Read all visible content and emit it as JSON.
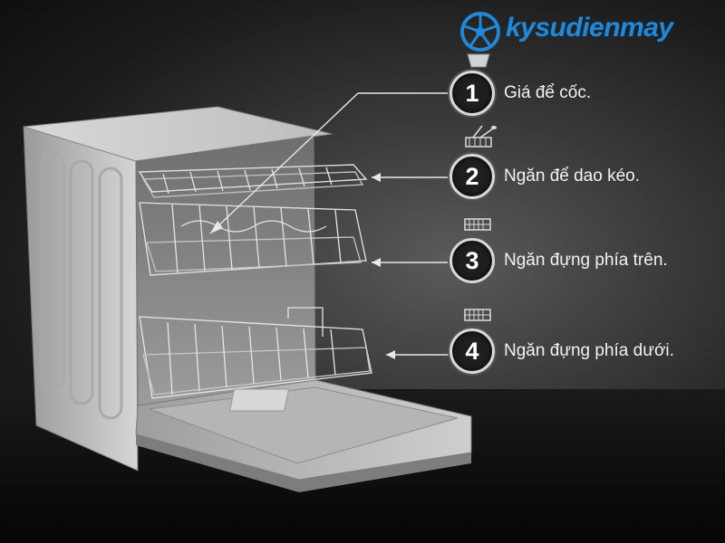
{
  "logo": {
    "text": "kysudienmay",
    "colors": {
      "brand_blue": "#1f88d8"
    }
  },
  "callouts": [
    {
      "number": "1",
      "label": "Giá để cốc.",
      "icon": "none"
    },
    {
      "number": "2",
      "label": "Ngăn để dao kéo.",
      "icon": "cutlery-tray-icon"
    },
    {
      "number": "3",
      "label": "Ngăn đựng phía trên.",
      "icon": "basket-icon"
    },
    {
      "number": "4",
      "label": "Ngăn đựng phía dưới.",
      "icon": "basket-icon"
    }
  ],
  "colors": {
    "background_light": "#5a5a5a",
    "background_dark": "#0d0d0d",
    "badge_ring": "#d9d9d9",
    "label_text": "#f2f2f2",
    "appliance_steel": "#c8c8c8"
  }
}
